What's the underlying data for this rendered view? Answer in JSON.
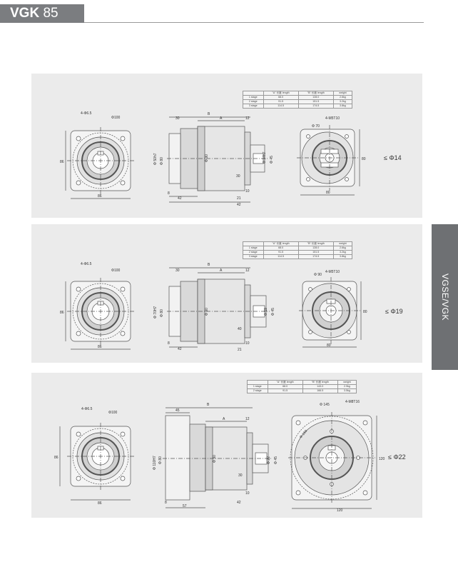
{
  "header": {
    "brand": "VGK",
    "size": "85"
  },
  "side_tab": {
    "label": "VGSE/VGK"
  },
  "panels": [
    {
      "table": {
        "headers": [
          "",
          "\"A\" 长度 length",
          "\"B\" 长度 length",
          "weight"
        ],
        "rows": [
          [
            "1 stage",
            "68.0",
            "128.0",
            "2.6kg"
          ],
          [
            "2 stage",
            "91.5",
            "151.5",
            "3.2kg"
          ],
          [
            "3 stage",
            "114.5",
            "174.5",
            "3.8kg"
          ]
        ]
      },
      "labels": {
        "holes": "4-Φ6.5",
        "pcd": "Φ100",
        "side": "86",
        "bottom": "86",
        "b": "B",
        "a": "A",
        "d30": "30",
        "d12": "12",
        "pilot": "Φ 50h7",
        "d80": "Φ 80",
        "d90": "Φ 90",
        "shaft": "Φ 14h7",
        "d45": "Φ 45",
        "k8": "8",
        "k42": "42",
        "k42b": "42",
        "k21": "21",
        "k30": "30",
        "k10": "10",
        "tap": "4-M5T10",
        "d70": "Φ 70",
        "rside": "80",
        "rbot": "80"
      },
      "shaft_note": "≤ Φ14"
    },
    {
      "table": {
        "headers": [
          "",
          "\"A\" 长度 length",
          "\"B\" 长度 length",
          "weight"
        ],
        "rows": [
          [
            "1 stage",
            "68.0",
            "128.0",
            "2.6kg"
          ],
          [
            "2 stage",
            "91.5",
            "151.5",
            "3.2kg"
          ],
          [
            "3 stage",
            "114.5",
            "174.5",
            "3.8kg"
          ]
        ]
      },
      "labels": {
        "holes": "4-Φ6.5",
        "pcd": "Φ100",
        "side": "86",
        "bottom": "86",
        "b": "B",
        "a": "A",
        "d30": "30",
        "d12": "12",
        "pilot": "Φ 70H7",
        "d80": "Φ 80",
        "d90": "Φ 90",
        "shaft": "Φ 19",
        "d45": "Φ 45",
        "k8": "8",
        "k42": "42",
        "k40": "40",
        "k10": "10",
        "k21": "21",
        "tap": "4-M5T10",
        "d70": "Φ 90",
        "rside": "80",
        "rbot": "80"
      },
      "shaft_note": "≤ Φ19"
    },
    {
      "table": {
        "headers": [
          "",
          "\"A\" 长度 length",
          "\"B\" 长度 length",
          "weight"
        ],
        "rows": [
          [
            "1 stage",
            "68.0",
            "143.0",
            "2.9kg"
          ],
          [
            "2 stage",
            "91.5",
            "166.5",
            "3.5kg"
          ]
        ]
      },
      "labels": {
        "holes": "4-Φ6.5",
        "pcd": "Φ100",
        "side": "86",
        "bottom": "86",
        "b": "B",
        "a": "A",
        "d45": "45",
        "d12": "12",
        "pilot": "Φ 110H7",
        "d80": "Φ 80",
        "d90": "Φ 90",
        "shaft": "Φ 22",
        "dd": "Φ 45",
        "k8": "8",
        "k57": "57",
        "k42": "42",
        "k30": "30",
        "k10": "10",
        "tap": "4-M8T16",
        "d145": "Φ 145",
        "d160": "Φ 160",
        "rside": "120",
        "rbot": "120"
      },
      "shaft_note": "≤ Φ22"
    }
  ]
}
